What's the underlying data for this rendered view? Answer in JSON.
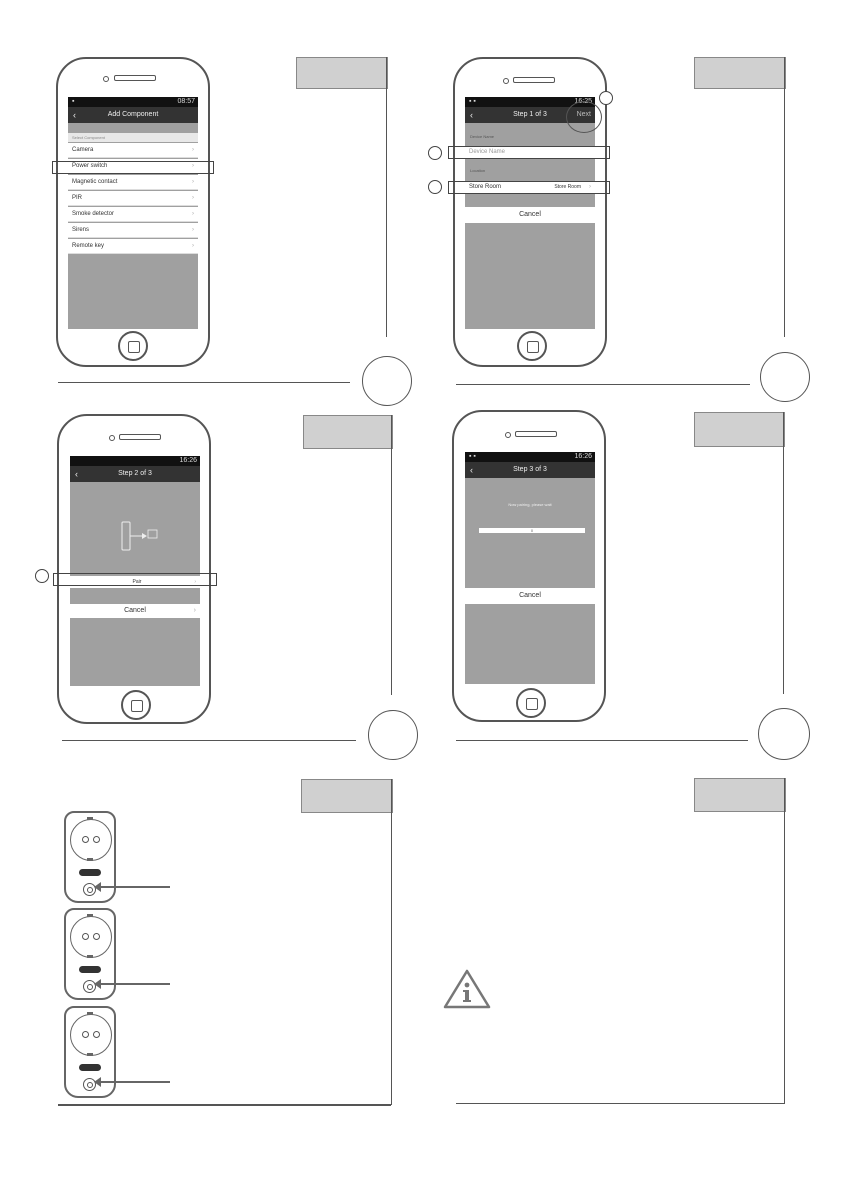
{
  "screens": {
    "s1": {
      "status_right": "08:57",
      "title": "Add Component",
      "section": "Select Component",
      "items": [
        "Camera",
        "Power switch",
        "Magnetic contact",
        "PIR",
        "Smoke detector",
        "Sirens",
        "Remote key"
      ]
    },
    "s2": {
      "status_right": "16:25",
      "title": "Step 1 of 3",
      "next": "Next",
      "device_name_label": "Device Name",
      "device_name_placeholder": "Device Name",
      "location_label": "Location",
      "location_value": "Store Room",
      "location_right": "Store Room",
      "cancel": "Cancel"
    },
    "s3": {
      "status_right": "16:26",
      "title": "Step 2 of 3",
      "pair_label": "Pair",
      "cancel": "Cancel"
    },
    "s4": {
      "status_right": "16:26",
      "title": "Step 3 of 3",
      "wait_text": "Now pairing, please wait",
      "progress_value": "0",
      "cancel": "Cancel"
    }
  },
  "icons": {
    "back": "‹",
    "chevron": "›",
    "warning": "warning-info-icon"
  }
}
